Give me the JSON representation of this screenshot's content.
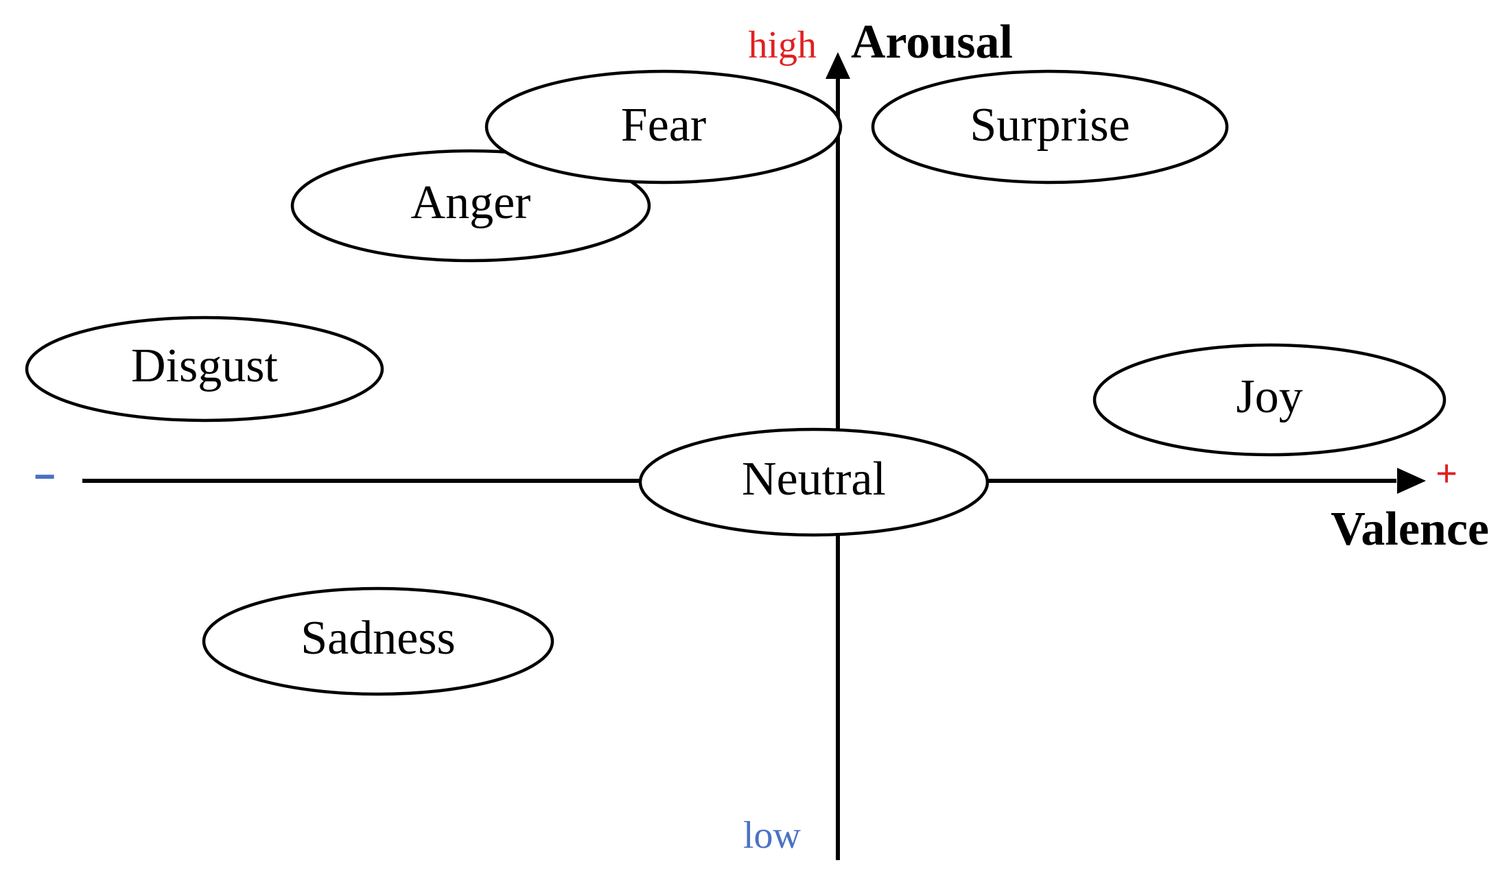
{
  "axes": {
    "arousal": {
      "title": "Arousal",
      "high_label": "high",
      "low_label": "low"
    },
    "valence": {
      "title": "Valence",
      "negative_label": "−",
      "positive_label": "+"
    }
  },
  "emotions": [
    {
      "key": "fear",
      "label": "Fear"
    },
    {
      "key": "surprise",
      "label": "Surprise"
    },
    {
      "key": "anger",
      "label": "Anger"
    },
    {
      "key": "disgust",
      "label": "Disgust"
    },
    {
      "key": "joy",
      "label": "Joy"
    },
    {
      "key": "neutral",
      "label": "Neutral"
    },
    {
      "key": "sadness",
      "label": "Sadness"
    }
  ],
  "colors": {
    "high": "#e02020",
    "low": "#4a72c4",
    "negative": "#4a72c4",
    "positive": "#e02020",
    "stroke": "#000000"
  }
}
